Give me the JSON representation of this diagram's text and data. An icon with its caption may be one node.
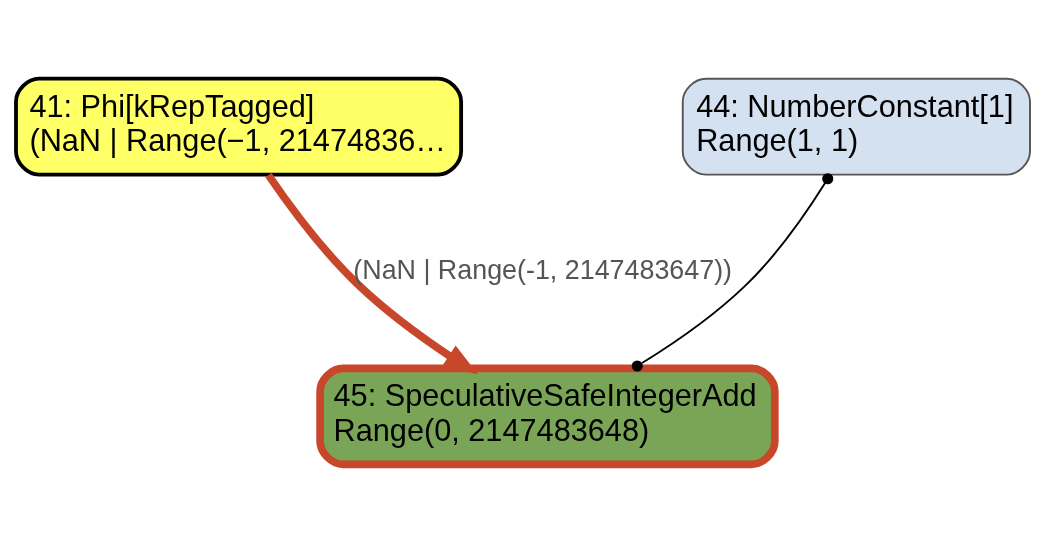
{
  "diagram": {
    "nodes": [
      {
        "text": [
          "41: Phi[kRepTagged]",
          "(NaN | Range(−1, 21474836…"
        ]
      },
      {
        "text": [
          "44: NumberConstant[1]",
          "Range(1, 1)"
        ]
      },
      {
        "text": [
          "45: SpeculativeSafeIntegerAdd",
          "Range(0, 2147483648)"
        ]
      }
    ],
    "edges": [
      {
        "from": 0,
        "to": 2,
        "arrow": "to",
        "style": "thick",
        "color": "#c8472a",
        "label": "(NaN | Range(-1, 2147483647))"
      },
      {
        "from": 1,
        "to": 2,
        "arrow": "other",
        "color": "#000000"
      }
    ]
  }
}
